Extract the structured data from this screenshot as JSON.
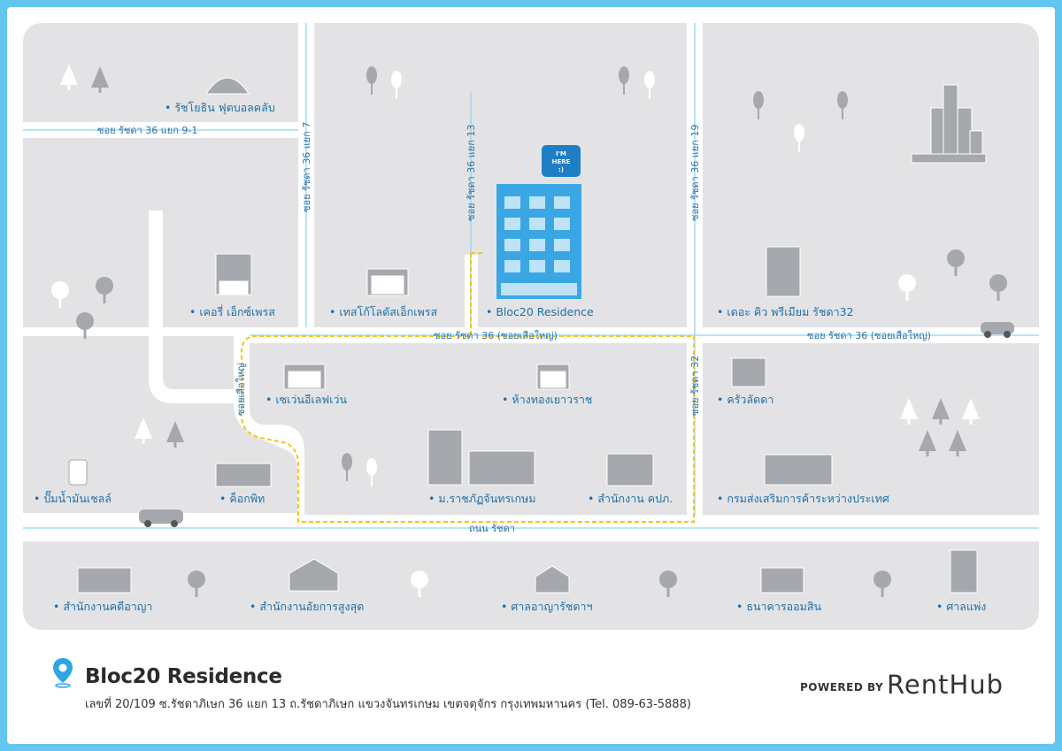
{
  "map": {
    "pin_bubble": "I'M HERE :)",
    "pin_bubble_lines": [
      "I'M",
      "HERE",
      ":)"
    ],
    "streets": {
      "soi_9_1": "ซอย รัชดา 36 แยก 9-1",
      "soi_7": "ซอย รัชดา 36 แยก 7",
      "soi_13": "ซอย รัชดา 36 แยก 13",
      "soi_19": "ซอย รัชดา 36 แยก 19",
      "soi_36_center": "ซอย รัชดา 36 (ซอยเสือใหญ่)",
      "soi_36_right": "ซอย รัชดา 36 (ซอยเสือใหญ่)",
      "soi_suea_yai": "ซอยเสือใหญ่",
      "soi_32": "ซอย รัชดา 32",
      "thanon_ratchada": "ถนน รัชดา"
    },
    "places": [
      {
        "id": "ratchayothin-football",
        "label": "• รัชโยธิน ฟุตบอลคลับ"
      },
      {
        "id": "kerry-express",
        "label": "• เคอรี่ เอ็กซ์เพรส"
      },
      {
        "id": "tesco-lotus",
        "label": "• เทสโก้โลตัสเอ็กเพรส"
      },
      {
        "id": "bloc20",
        "label": "• Bloc20 Residence"
      },
      {
        "id": "the-cue",
        "label": "• เดอะ คิว พรีเมียม รัชดา32"
      },
      {
        "id": "seven-eleven",
        "label": "• เซเว่นอีเลฟเว่น"
      },
      {
        "id": "gold-shop",
        "label": "• ห้างทองเยาวราช"
      },
      {
        "id": "krua-lat-da",
        "label": "• ครัวลัดดา"
      },
      {
        "id": "shell",
        "label": "• ปั๊มน้ำมันเชลล์"
      },
      {
        "id": "cockpit",
        "label": "• ค็อกพิท"
      },
      {
        "id": "chandrakasem",
        "label": "• ม.ราชภัฏจันทรเกษม"
      },
      {
        "id": "ocpb",
        "label": "• สำนักงาน คปภ."
      },
      {
        "id": "ditp",
        "label": "• กรมส่งเสริมการค้าระหว่างประเทศ"
      },
      {
        "id": "ago",
        "label": "• สำนักงานคดีอาญา"
      },
      {
        "id": "oag",
        "label": "• สำนักงานอัยการสูงสุด"
      },
      {
        "id": "criminal-court",
        "label": "• ศาลอาญารัชดาฯ"
      },
      {
        "id": "gsb",
        "label": "• ธนาคารออมสิน"
      },
      {
        "id": "civil-court",
        "label": "• ศาลแพ่ง"
      }
    ]
  },
  "footer": {
    "title": "Bloc20 Residence",
    "address": "เลขที่ 20/109 ซ.รัชดาภิเษก 36 แยก 13 ถ.รัชดาภิเษก แขวงจันทรเกษม เขตจตุจักร กรุงเทพมหานคร (Tel. 089-63-5888)",
    "powered_by": "POWERED BY",
    "brand": "RentHub"
  },
  "colors": {
    "frame": "#62c6ef",
    "block": "#e3e3e5",
    "road_line": "#8fd3f1",
    "route": "#f5c518",
    "label": "#1f6fa8",
    "building_blue": "#3aa7e4",
    "icon_gray": "#a5a8ac"
  }
}
